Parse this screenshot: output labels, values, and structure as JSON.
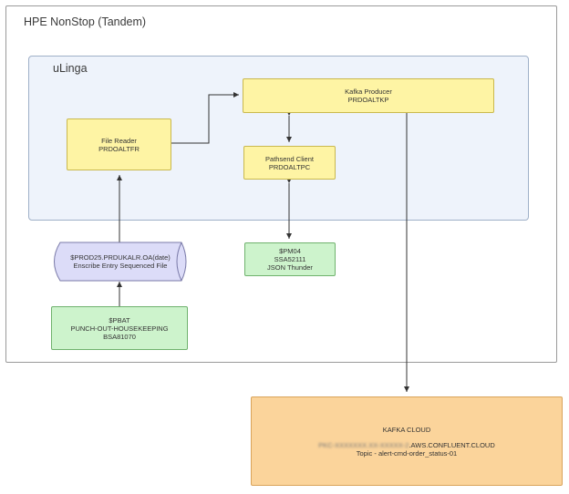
{
  "outer": {
    "title": "HPE NonStop (Tandem)"
  },
  "region": {
    "title": "uLinga"
  },
  "nodes": {
    "kafka_producer": {
      "line1": "Kafka Producer",
      "line2": "PRDOALTKP"
    },
    "file_reader": {
      "line1": "File Reader",
      "line2": "PRDOALTFR"
    },
    "pathsend_client": {
      "line1": "Pathsend Client",
      "line2": "PRDOALTPC"
    },
    "enscribe_file": {
      "line1": "$PROD25.PRDUKALR.OA(date)",
      "line2": "Enscribe Entry Sequenced File"
    },
    "pm04": {
      "line1": "$PM04",
      "line2": "SSA52111",
      "line3": "JSON Thunder"
    },
    "pbat": {
      "line1": "$PBAT",
      "line2": "PUNCH-OUT-HOUSEKEEPING",
      "line3": "BSA81070"
    },
    "kafka_cloud": {
      "line1": "KAFKA CLOUD",
      "line2_blurred": "PKC-XXXXXXX.XX-XXXXX-2",
      "line2_visible": ".AWS.CONFLUENT.CLOUD",
      "line3": "Topic - alert-cmd-order_status-01"
    }
  },
  "colors": {
    "yellow": "#fef4a4",
    "green": "#cdf3cc",
    "orange": "#fbd49b",
    "lavender": "#dcdcf8",
    "region": "#eef3fb",
    "line": "#333333"
  }
}
